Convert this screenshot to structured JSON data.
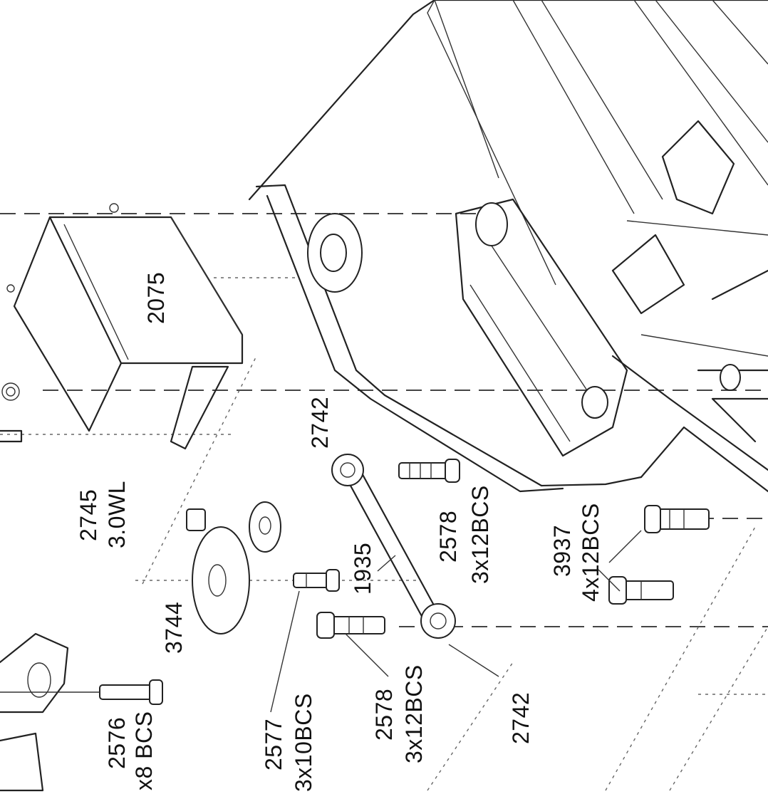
{
  "labels": {
    "p2075": "2075",
    "p2745": "2745",
    "p2745_sub": "3.0WL",
    "p2742_top": "2742",
    "p2578_top": "2578",
    "p2578_top_sub": "3x12BCS",
    "p3937": "3937",
    "p3937_sub": "4x12BCS",
    "p1935": "1935",
    "p3744": "3744",
    "p2576": "2576",
    "p2576_sub": "x8 BCS",
    "p2577": "2577",
    "p2577_sub": "3x10BCS",
    "p2578_bot": "2578",
    "p2578_bot_sub": "3x12BCS",
    "p2742_bot": "2742"
  }
}
